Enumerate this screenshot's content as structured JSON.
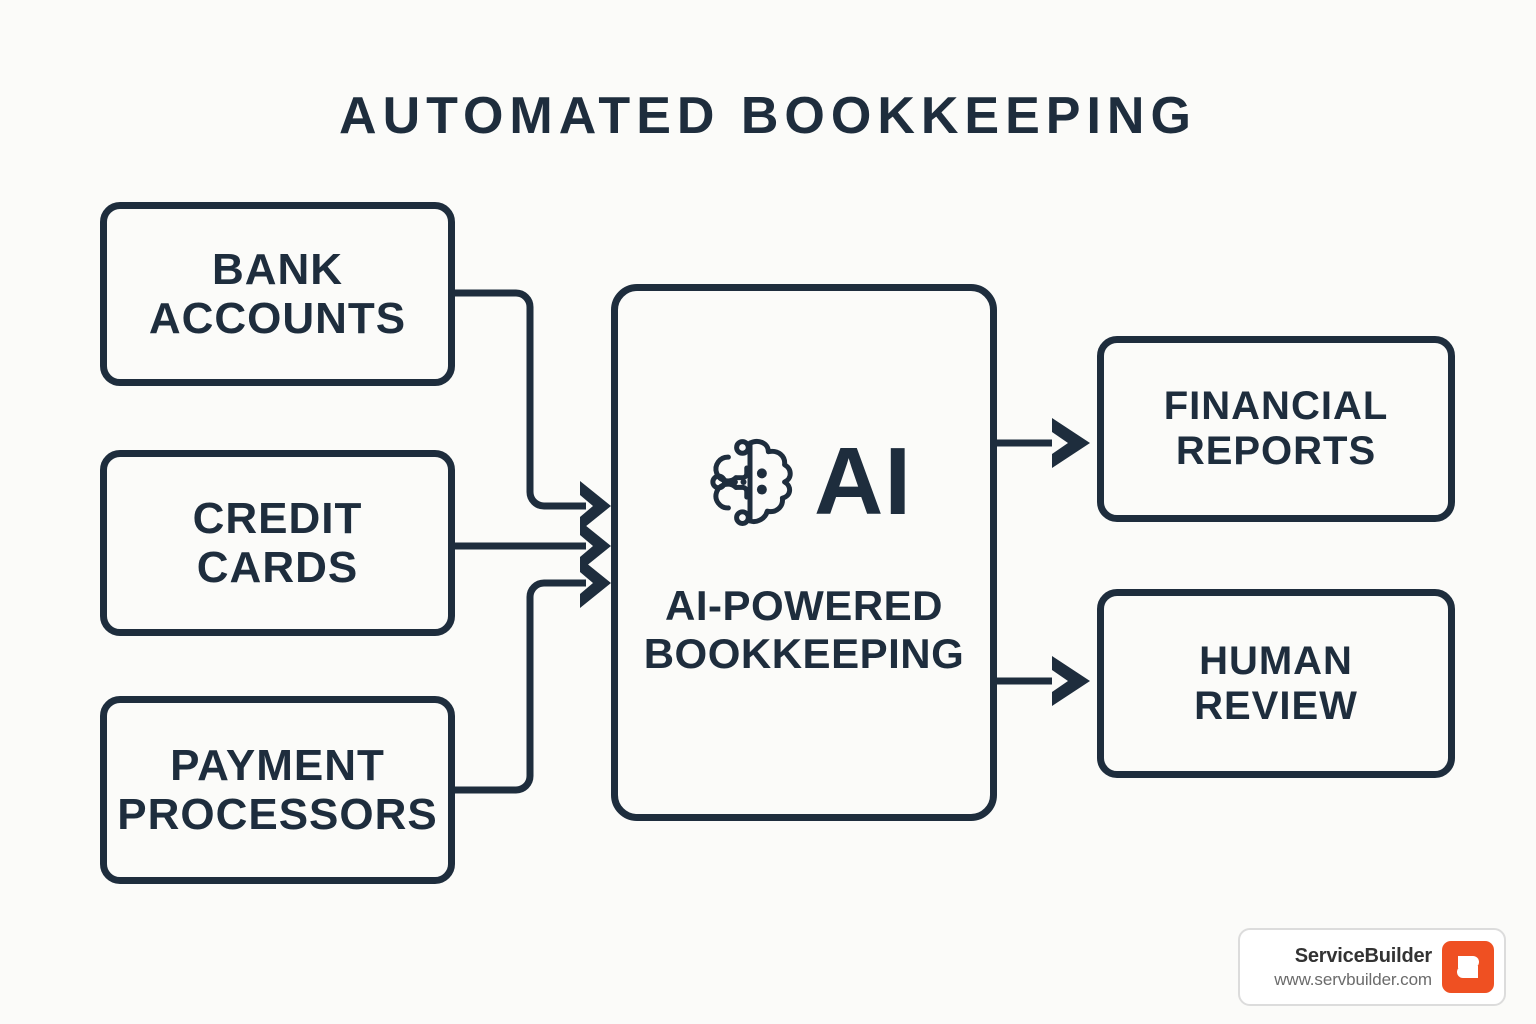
{
  "page": {
    "title": "AUTOMATED BOOKKEEPING",
    "background_color": "#fbfbf9",
    "stroke_color": "#1e2d3d"
  },
  "sources": [
    {
      "id": "bank",
      "line1": "BANK",
      "line2": "ACCOUNTS"
    },
    {
      "id": "credit",
      "line1": "CREDIT",
      "line2": "CARDS"
    },
    {
      "id": "payment",
      "line1": "PAYMENT",
      "line2": "PROCESSORS"
    }
  ],
  "center": {
    "icon_name": "ai-brain-icon",
    "letters": "AI",
    "caption_line1": "AI-POWERED",
    "caption_line2": "BOOKKEEPING"
  },
  "outputs": [
    {
      "id": "financial",
      "line1": "FINANCIAL",
      "line2": "REPORTS"
    },
    {
      "id": "human",
      "line1": "HUMAN",
      "line2": "REVIEW"
    }
  ],
  "logo": {
    "name": "ServiceBuilder",
    "url": "www.servbuilder.com",
    "mark_color": "#ef5022"
  }
}
